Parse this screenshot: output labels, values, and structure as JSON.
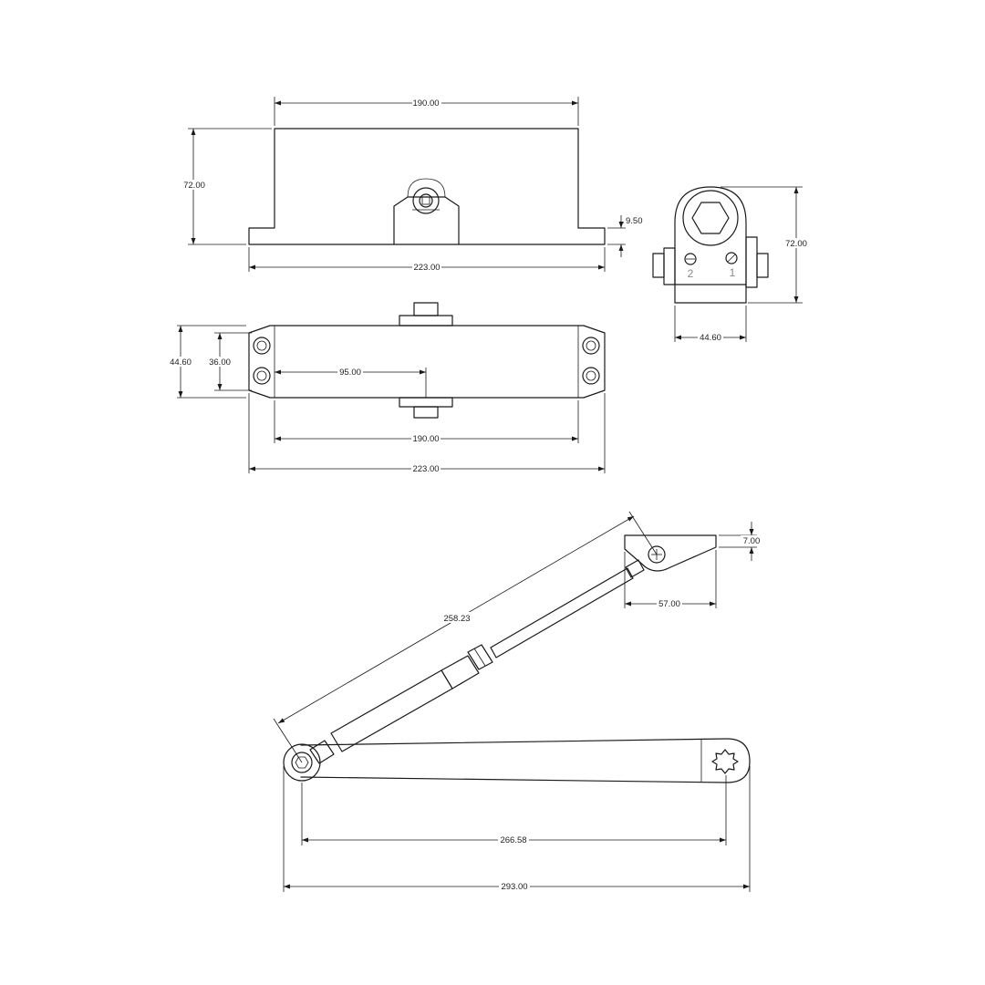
{
  "dimensions": {
    "front_top_width": "190.00",
    "front_height": "72.00",
    "front_foot": "9.50",
    "front_base_width": "223.00",
    "side_height": "72.00",
    "side_width": "44.60",
    "top_outer_height": "44.60",
    "top_hole_spacing": "36.00",
    "top_pinion_offset": "95.00",
    "top_body_width": "190.00",
    "top_total_width": "223.00",
    "arm_link_length": "258.23",
    "arm_bracket_offset": "7.00",
    "arm_bracket_width": "57.00",
    "arm_center_distance": "266.58",
    "arm_total_length": "293.00"
  },
  "valve_marks": {
    "valve_2": "2",
    "valve_1": "1"
  }
}
